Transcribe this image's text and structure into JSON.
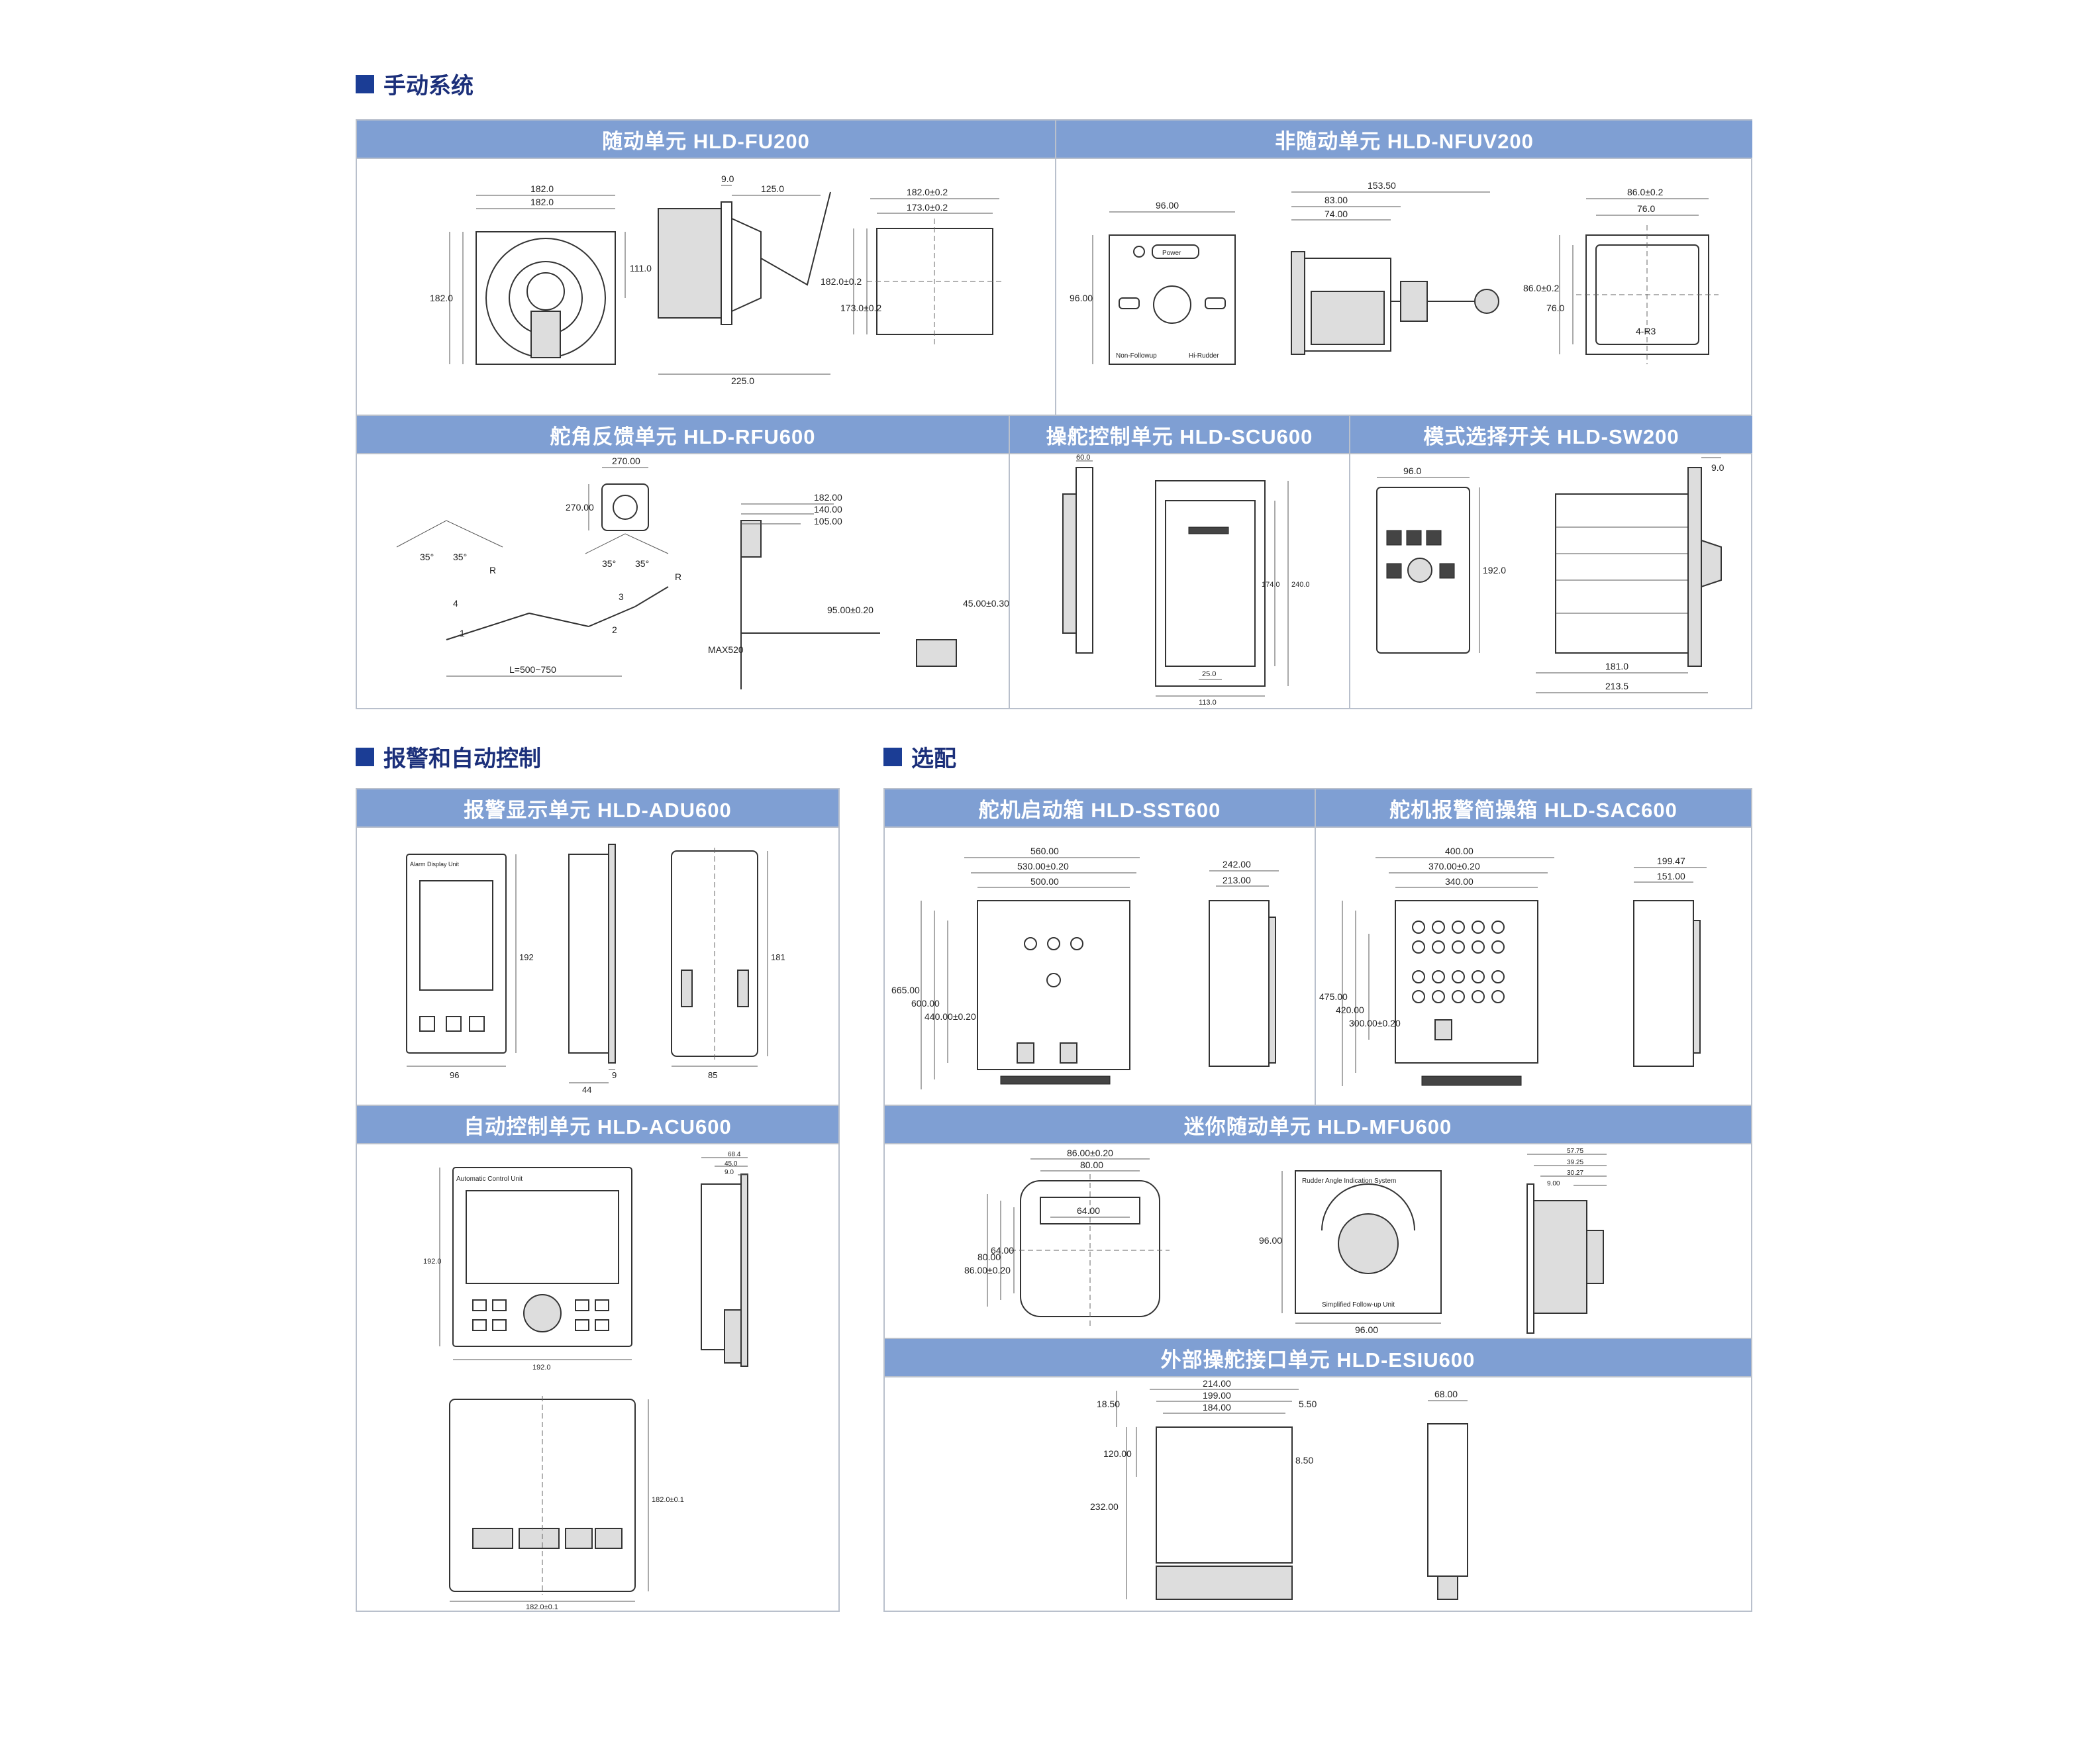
{
  "sections": {
    "manual": "手动系统",
    "alarm": "报警和自动控制",
    "optional": "选配"
  },
  "units": {
    "fu200": {
      "title": "随动单元  HLD-FU200",
      "dims": [
        "182.0",
        "182.0",
        "182.0",
        "111.0",
        "9.0",
        "125.0",
        "225.0",
        "182.0±0.2",
        "173.0±0.2",
        "182.0±0.2",
        "173.0±0.2"
      ]
    },
    "nfuv200": {
      "title": "非随动单元  HLD-NFUV200",
      "dims": [
        "96.00",
        "96.00",
        "153.50",
        "83.00",
        "74.00",
        "86.0±0.2",
        "76.0",
        "86.0±0.2",
        "76.0",
        "4-R3"
      ],
      "labels": [
        "Power",
        "Non-Followup",
        "Hi-Rudder"
      ]
    },
    "rfu600": {
      "title": "舵角反馈单元  HLD-RFU600",
      "dims": [
        "270.00",
        "270.00",
        "35°",
        "35°",
        "35°",
        "35°",
        "R",
        "R",
        "1",
        "2",
        "3",
        "4",
        "L=500~750",
        "182.00",
        "140.00",
        "105.00",
        "95.00±0.20",
        "45.00±0.30",
        "MAX520"
      ]
    },
    "scu600": {
      "title": "操舵控制单元  HLD-SCU600",
      "dims": [
        "60.0",
        "174.0",
        "240.0",
        "25.0",
        "113.0"
      ]
    },
    "sw200": {
      "title": "模式选择开关  HLD-SW200",
      "dims": [
        "96.0",
        "192.0",
        "9.0",
        "181.0",
        "213.5"
      ]
    },
    "adu600": {
      "title": "报警显示单元  HLD-ADU600",
      "dims": [
        "192",
        "96",
        "9",
        "44",
        "181",
        "85"
      ],
      "labels": [
        "Alarm Display Unit"
      ]
    },
    "acu600": {
      "title": "自动控制单元  HLD-ACU600",
      "dims": [
        "192.0",
        "192.0",
        "68.4",
        "45.0",
        "9.0",
        "182.0±0.1",
        "182.0±0.1"
      ],
      "labels": [
        "Automatic Control Unit"
      ]
    },
    "sst600": {
      "title": "舵机启动箱  HLD-SST600",
      "dims": [
        "560.00",
        "530.00±0.20",
        "500.00",
        "665.00",
        "600.00",
        "440.00±0.20",
        "242.00",
        "213.00"
      ]
    },
    "sac600": {
      "title": "舵机报警简操箱  HLD-SAC600",
      "dims": [
        "400.00",
        "370.00±0.20",
        "340.00",
        "475.00",
        "420.00",
        "300.00±0.20",
        "199.47",
        "151.00"
      ]
    },
    "mfu600": {
      "title": "迷你随动单元  HLD-MFU600",
      "dims": [
        "86.00±0.20",
        "80.00",
        "64.00",
        "86.00±0.20",
        "80.00",
        "64.00",
        "96.00",
        "96.00",
        "57.75",
        "39.25",
        "30.27",
        "9.00"
      ],
      "labels": [
        "Rudder Angle Indication System",
        "Simplified Follow-up Unit"
      ]
    },
    "esiu600": {
      "title": "外部操舵接口单元  HLD-ESIU600",
      "dims": [
        "214.00",
        "199.00",
        "184.00",
        "5.50",
        "18.50",
        "120.00",
        "232.00",
        "8.50",
        "68.00"
      ]
    }
  }
}
